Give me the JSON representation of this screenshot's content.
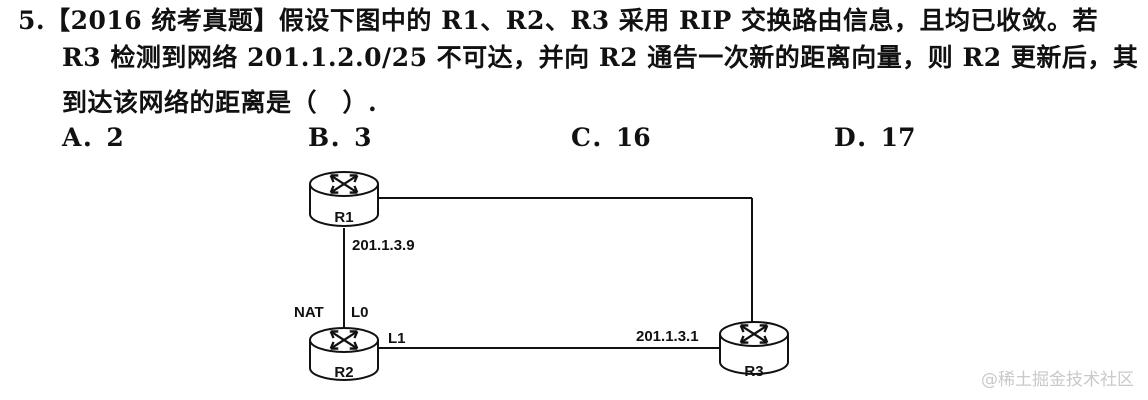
{
  "question": {
    "line1": "5.【2016 统考真题】假设下图中的 R1、R2、R3 采用 RIP 交换路由信息，且均已收敛。若",
    "line2": "R3 检测到网络 201.1.2.0/25 不可达，并向 R2 通告一次新的距离向量，则 R2 更新后，其",
    "line3": "到达该网络的距离是（　）."
  },
  "options": {
    "a": "A．2",
    "b": "B．3",
    "c": "C．16",
    "d": "D．17"
  },
  "diagram": {
    "r1": "R1",
    "r2": "R2",
    "r3": "R3",
    "ip_r1": "201.1.3.9",
    "nat": "NAT",
    "l0": "L0",
    "l1": "L1",
    "ip_r3": "201.1.3.1"
  },
  "watermark": "@稀土掘金技术社区"
}
